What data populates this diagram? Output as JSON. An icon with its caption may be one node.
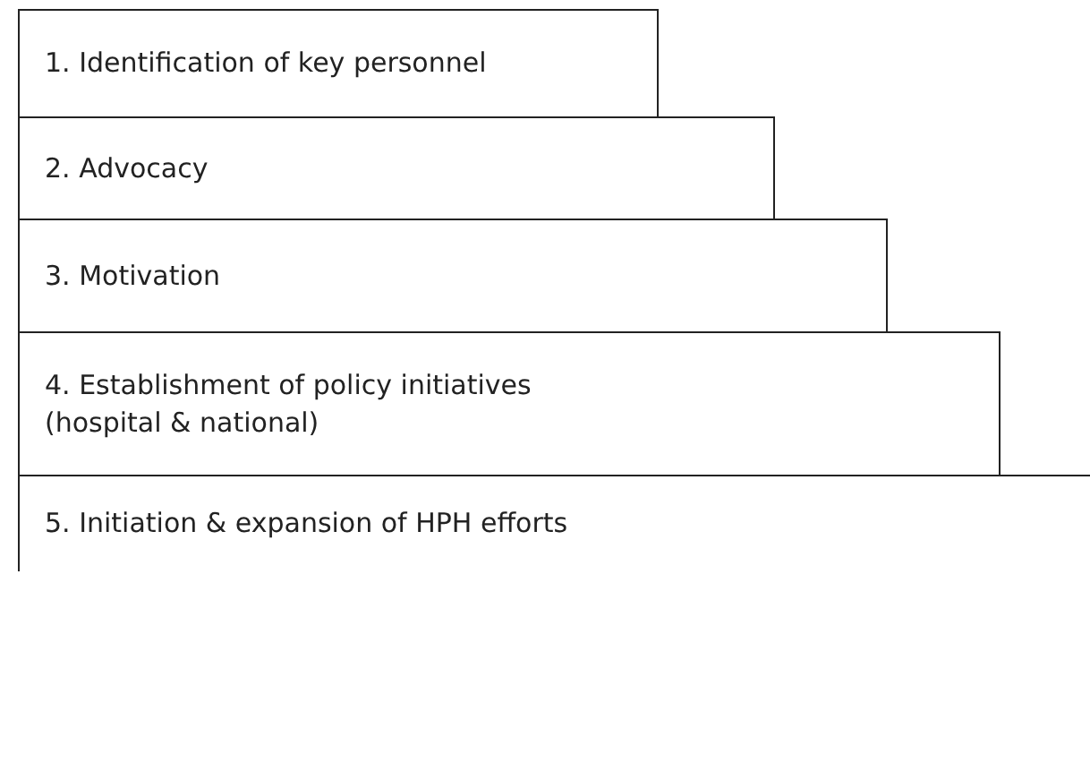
{
  "diagram": {
    "nodes": [
      {
        "text": [
          "1. Identification of key personnel"
        ]
      },
      {
        "text": [
          "2. Advocacy"
        ]
      },
      {
        "text": [
          "3. Motivation"
        ]
      },
      {
        "text": [
          "4. Establishment of policy initiatives (hospital & national)"
        ]
      },
      {
        "text": [
          "5. Initiation & expansion of HPH efforts"
        ]
      }
    ],
    "edges": []
  }
}
